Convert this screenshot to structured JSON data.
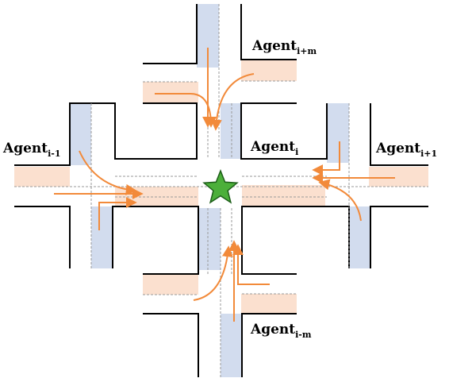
{
  "colors": {
    "road_edge": "#000000",
    "lane_dash": "#9a9a9a",
    "vertical_lane_fill": "#d2dcee",
    "horizontal_lane_fill": "#fbe0cf",
    "arrow": "#f28a3a",
    "star_fill": "#4caf3a",
    "star_stroke": "#1d5e19"
  },
  "labels": {
    "agent_up": {
      "base": "Agent",
      "sub": "i+m"
    },
    "agent_center": {
      "base": "Agent",
      "sub": "i"
    },
    "agent_left": {
      "base": "Agent",
      "sub": "i-1"
    },
    "agent_right": {
      "base": "Agent",
      "sub": "i+1"
    },
    "agent_down": {
      "base": "Agent",
      "sub": "i-m"
    }
  },
  "icons": {
    "center_marker": "star-icon"
  }
}
